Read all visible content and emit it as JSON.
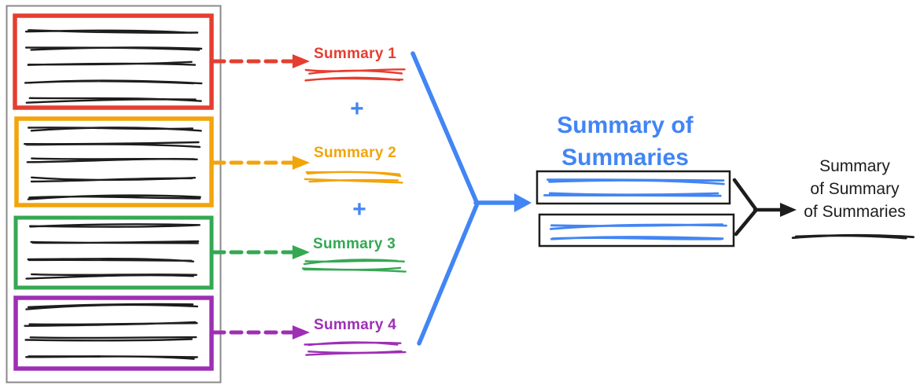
{
  "summaries": [
    {
      "label": "Summary 1",
      "color": "#E53E30"
    },
    {
      "label": "Summary 2",
      "color": "#F2A40B"
    },
    {
      "label": "Summary 3",
      "color": "#34A853"
    },
    {
      "label": "Summary 4",
      "color": "#9E2FB5"
    }
  ],
  "plus_symbol": "+",
  "sos_title": {
    "line1": "Summary of",
    "line2": "Summaries"
  },
  "final_label": {
    "line1": "Summary",
    "line2": "of Summary",
    "line3": "of Summaries"
  },
  "colors": {
    "blue_accent": "#4285F4",
    "ink": "#1D1D1D",
    "outline_gray": "#8A8A8A"
  },
  "document_stack": {
    "documents": 4,
    "intermediate_summary_boxes": 2
  }
}
